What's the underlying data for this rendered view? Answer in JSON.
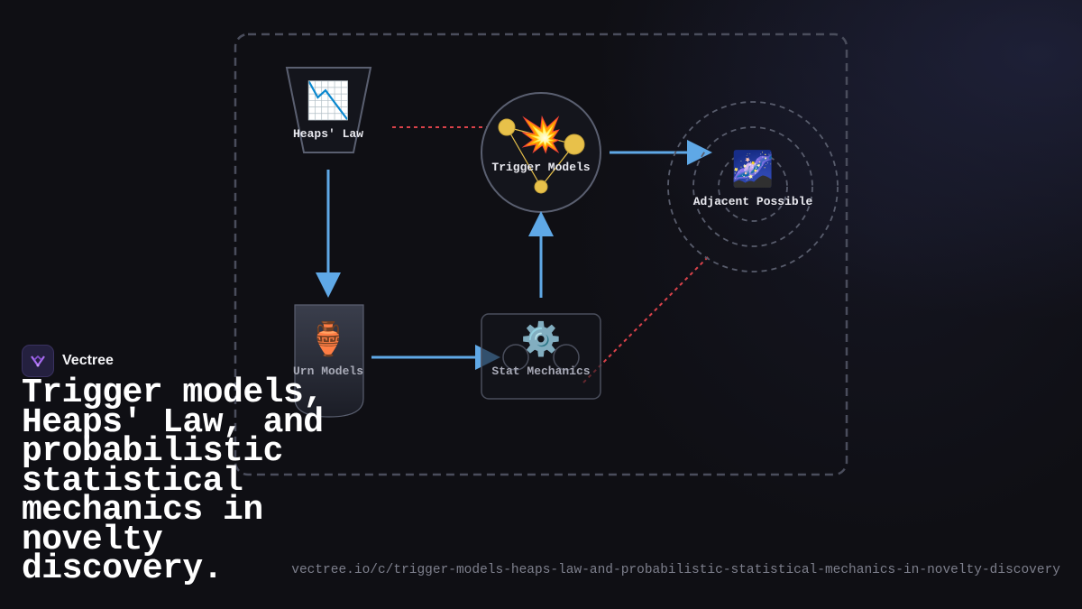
{
  "brand": {
    "name": "Vectree",
    "icon": "vectree-logo-icon",
    "accent": "#a86cf0"
  },
  "headline": "Trigger models, Heaps' Law, and probabilistic statistical mechanics in novelty discovery.",
  "url": "vectree.io/c/trigger-models-heaps-law-and-probabilistic-statistical-mechanics-in-novelty-discovery",
  "diagram": {
    "nodes": [
      {
        "id": "heaps",
        "label": "Heaps' Law",
        "icon": "📉",
        "icon_name": "chart-decreasing-icon",
        "shape": "trapezoid"
      },
      {
        "id": "trigger",
        "label": "Trigger Models",
        "icon": "💥",
        "icon_name": "collision-icon",
        "shape": "circle-network"
      },
      {
        "id": "adjacent",
        "label": "Adjacent Possible",
        "icon": "🌌",
        "icon_name": "milky-way-icon",
        "shape": "concentric-circles"
      },
      {
        "id": "urn",
        "label": "Urn Models",
        "icon": "🏺",
        "icon_name": "amphora-icon",
        "shape": "cylinder"
      },
      {
        "id": "stat",
        "label": "Stat Mechanics",
        "icon": "⚙️",
        "icon_name": "gear-icon",
        "shape": "rounded-rect"
      }
    ],
    "edges": [
      {
        "from": "heaps",
        "to": "urn",
        "style": "solid-arrow"
      },
      {
        "from": "urn",
        "to": "stat",
        "style": "solid-arrow"
      },
      {
        "from": "stat",
        "to": "trigger",
        "style": "solid-arrow"
      },
      {
        "from": "trigger",
        "to": "adjacent",
        "style": "solid-arrow"
      },
      {
        "from": "heaps",
        "to": "trigger",
        "style": "dashed-red"
      },
      {
        "from": "stat",
        "to": "adjacent",
        "style": "dashed-red"
      }
    ],
    "colors": {
      "arrow": "#5fa8e6",
      "dashed": "#d9424a",
      "outline": "#555a6a",
      "network_node": "#e8c14a"
    }
  }
}
